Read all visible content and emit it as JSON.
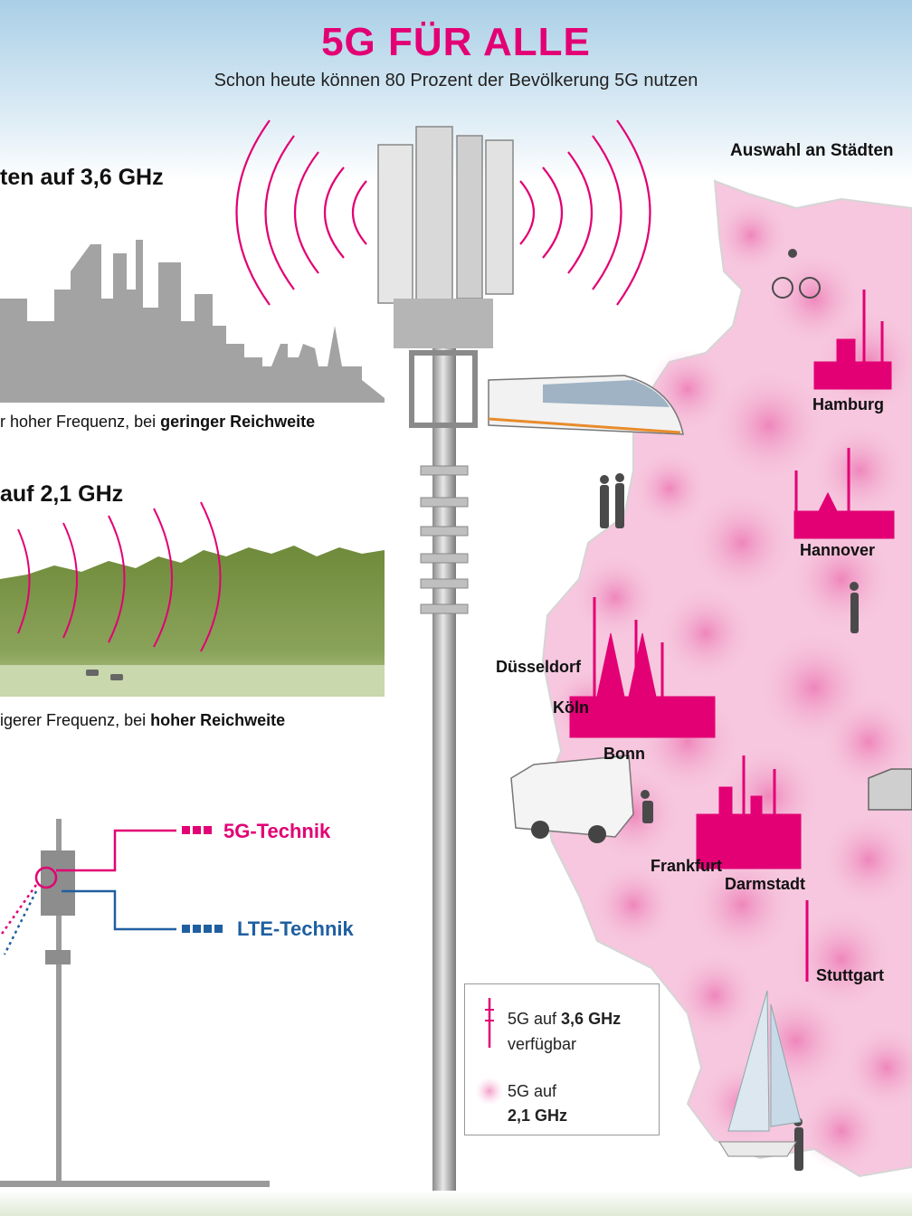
{
  "header": {
    "title": "5G FÜR ALLE",
    "subtitle": "Schon heute können 80 Prozent der Bevölkerung 5G nutzen"
  },
  "panel_36": {
    "heading": "ten auf 3,6 GHz",
    "caption_pre": "r hoher Frequenz, bei ",
    "caption_bold": "geringer Reichweite"
  },
  "panel_21": {
    "heading": "auf 2,1 GHz",
    "caption_pre": "igerer Frequenz, bei ",
    "caption_bold": "hoher Reichweite"
  },
  "tech": {
    "fiveg": "5G-Technik",
    "lte": "LTE-Technik",
    "fiveg_color": "#e20074",
    "lte_color": "#1f5fa0"
  },
  "map": {
    "heading": "Auswahl an Städten",
    "cities": [
      "Hamburg",
      "Hannover",
      "Düsseldorf",
      "Köln",
      "Bonn",
      "Frankfurt",
      "Darmstadt",
      "Stuttgart"
    ]
  },
  "legend": {
    "item1_pre": "5G auf ",
    "item1_bold": "3,6 GHz",
    "item1_line2": "verfügbar",
    "item2_line1": "5G auf",
    "item2_bold": "2,1 GHz"
  },
  "colors": {
    "magenta": "#e20074",
    "blue": "#1f5fa0",
    "grey": "#9a9a9a",
    "forest": "#7a9444"
  }
}
